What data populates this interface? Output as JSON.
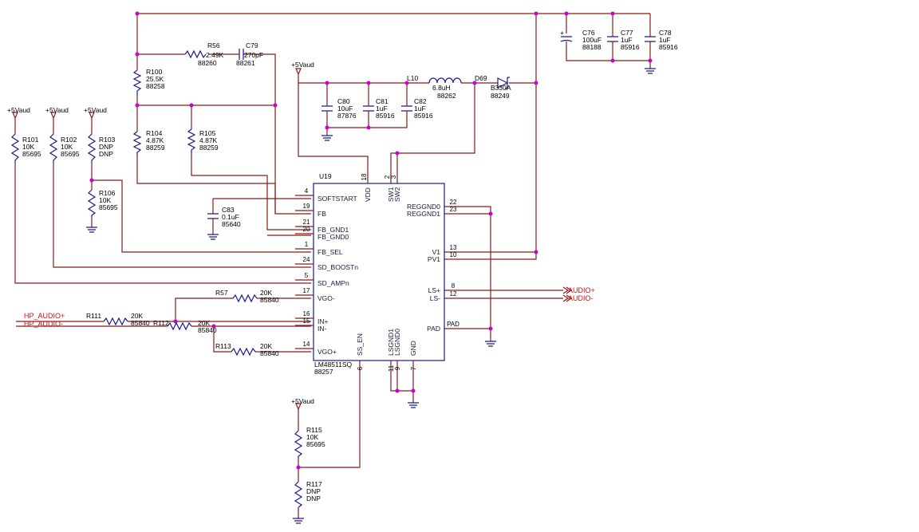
{
  "chip": {
    "ref": "U19",
    "part": "LM48511SQ",
    "code": "88257",
    "left_pins": [
      {
        "name": "SOFTSTART",
        "num": "4"
      },
      {
        "name": "FB",
        "num": "19"
      },
      {
        "name": "FB_GND1",
        "num": "21"
      },
      {
        "name": "FB_GND0",
        "num": "20"
      },
      {
        "name": "FB_SEL",
        "num": "1"
      },
      {
        "name": "SD_BOOSTn",
        "num": "24"
      },
      {
        "name": "SD_AMPn",
        "num": "5"
      },
      {
        "name": "VGO-",
        "num": "17"
      },
      {
        "name": "IN+",
        "num": "16"
      },
      {
        "name": "IN-",
        "num": "15"
      },
      {
        "name": "VGO+",
        "num": "14"
      }
    ],
    "right_pins": [
      {
        "name": "REGGND0",
        "num": "22"
      },
      {
        "name": "REGGND1",
        "num": "23"
      },
      {
        "name": "V1",
        "num": "13"
      },
      {
        "name": "PV1",
        "num": "10"
      },
      {
        "name": "LS+",
        "num": "8"
      },
      {
        "name": "LS-",
        "num": "12"
      },
      {
        "name": "PAD",
        "num": "PAD"
      }
    ],
    "top_pins": [
      {
        "name": "VDD",
        "num": "18"
      },
      {
        "name": "SW1",
        "num": "2"
      },
      {
        "name": "SW2",
        "num": "3"
      }
    ],
    "bottom_pins": [
      {
        "name": "SS_EN",
        "num": "6"
      },
      {
        "name": "LSGND1",
        "num": "11"
      },
      {
        "name": "LSGND0",
        "num": "9"
      },
      {
        "name": "GND",
        "num": "7"
      }
    ]
  },
  "components": [
    {
      "ref": "R56",
      "value": "2.49K",
      "code": "88260"
    },
    {
      "ref": "C79",
      "value": "270pF",
      "code": "88261"
    },
    {
      "ref": "R100",
      "value": "25.5K",
      "code": "88258"
    },
    {
      "ref": "R104",
      "value": "4.87K",
      "code": "88259"
    },
    {
      "ref": "R105",
      "value": "4.87K",
      "code": "88259"
    },
    {
      "ref": "R101",
      "value": "10K",
      "code": "85695"
    },
    {
      "ref": "R102",
      "value": "10K",
      "code": "85695"
    },
    {
      "ref": "R103",
      "value": "DNP",
      "code": "DNP"
    },
    {
      "ref": "R106",
      "value": "10K",
      "code": "85695"
    },
    {
      "ref": "C83",
      "value": "0.1uF",
      "code": "85640"
    },
    {
      "ref": "C80",
      "value": "10uF",
      "code": "87876"
    },
    {
      "ref": "C81",
      "value": "1uF",
      "code": "85916"
    },
    {
      "ref": "C82",
      "value": "1uF",
      "code": "85916"
    },
    {
      "ref": "L10",
      "value": "6.8uH",
      "code": "88262"
    },
    {
      "ref": "D69",
      "value": "B330A",
      "code": "88249"
    },
    {
      "ref": "C76",
      "value": "100uF",
      "code": "88188"
    },
    {
      "ref": "C77",
      "value": "1uF",
      "code": "85916"
    },
    {
      "ref": "C78",
      "value": "1uF",
      "code": "85916"
    },
    {
      "ref": "R57",
      "value": "20K",
      "code": "85840"
    },
    {
      "ref": "R111",
      "value": "20K",
      "code": "85840"
    },
    {
      "ref": "R112",
      "value": "20K",
      "code": "85840"
    },
    {
      "ref": "R113",
      "value": "20K",
      "code": "85840"
    },
    {
      "ref": "R115",
      "value": "10K",
      "code": "85695"
    },
    {
      "ref": "R117",
      "value": "DNP",
      "code": "DNP"
    }
  ],
  "supply": "+5Vaud",
  "nets": {
    "hp_pos": "HP_AUDIO+",
    "hp_neg": "HP_AUDIO-",
    "out_pos": "AUDIO+",
    "out_neg": "AUDIO-"
  }
}
